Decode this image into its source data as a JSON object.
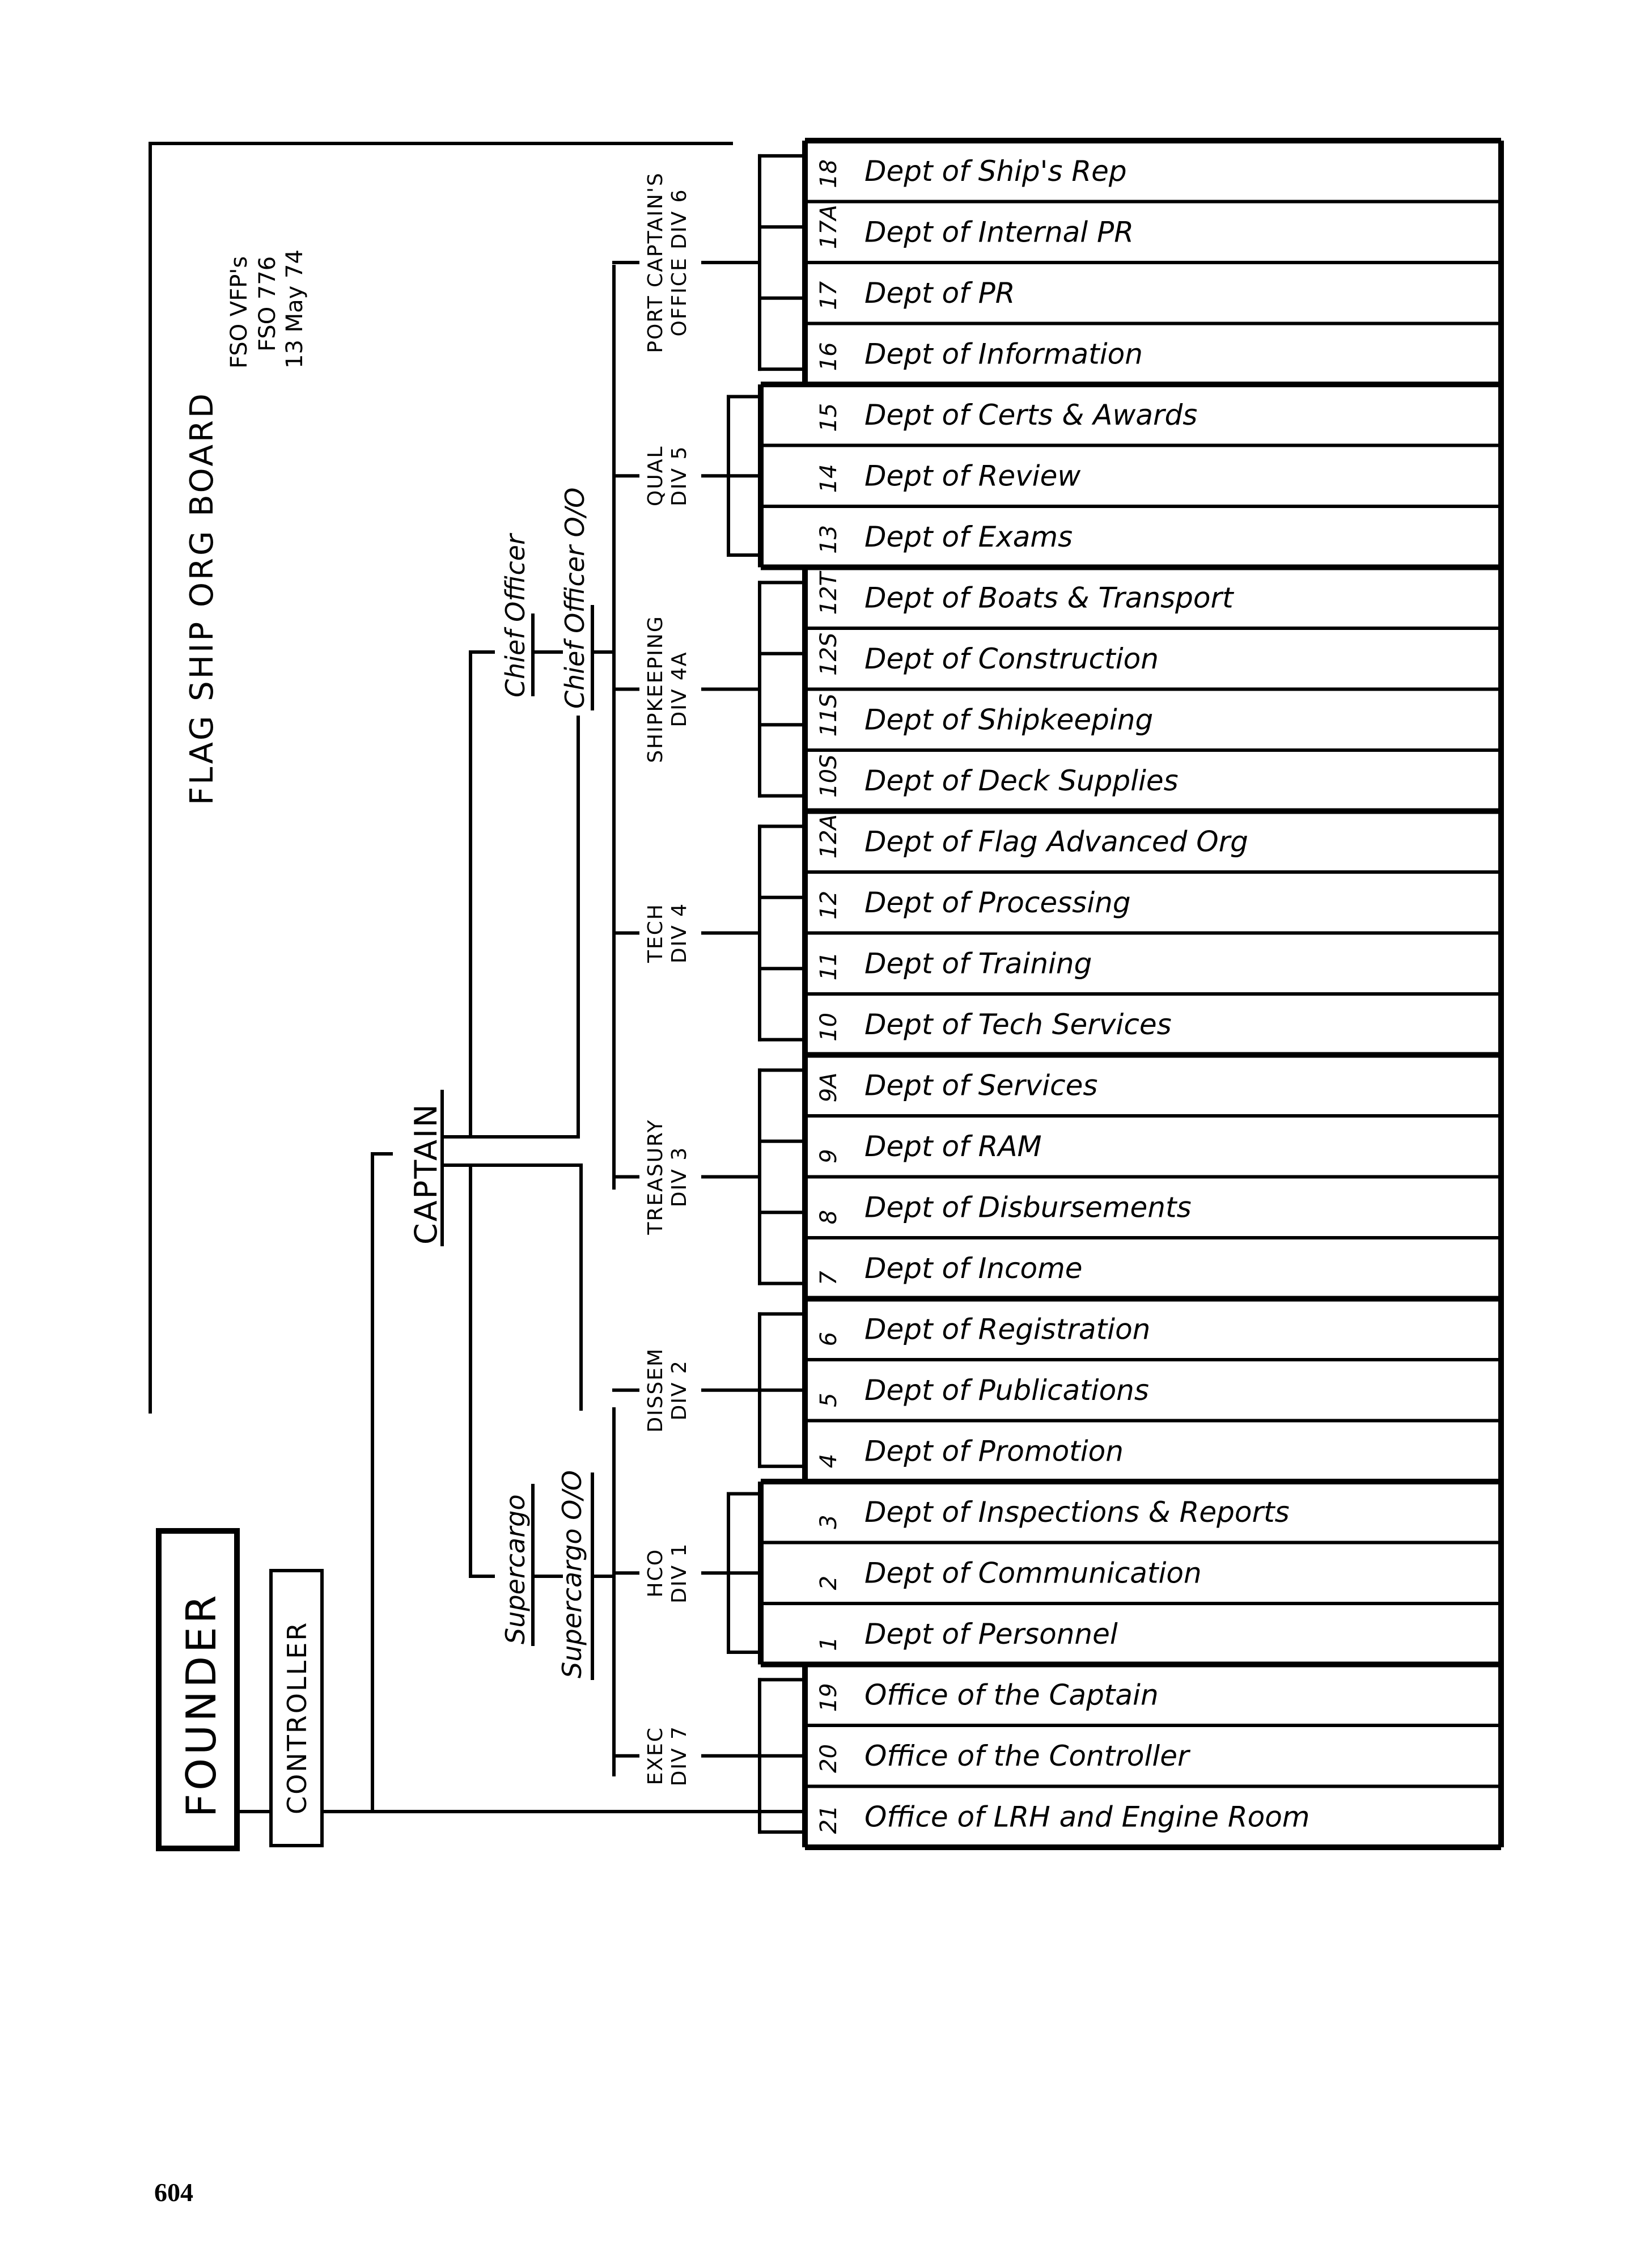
{
  "title": {
    "main": "FLAG SHIP ORG BOARD",
    "line2": "FSO VFP's",
    "line3": "FSO 776",
    "line4": "13 May 74"
  },
  "top_posts": {
    "founder": "FOUNDER",
    "controller": "CONTROLLER",
    "captain": "CAPTAIN",
    "chief_officer": "Chief Officer",
    "chief_officer_oo": "Chief Officer O/O",
    "supercargo": "Supercargo",
    "supercargo_oo": "Supercargo O/O"
  },
  "divisions": [
    {
      "label1": "PORT CAPTAIN'S",
      "label2": "OFFICE DIV 6",
      "reports_to": "Chief Officer"
    },
    {
      "label1": "QUAL",
      "label2": "DIV 5",
      "reports_to": "Chief Officer"
    },
    {
      "label1": "SHIPKEEPING",
      "label2": "DIV 4A",
      "reports_to": "Chief Officer"
    },
    {
      "label1": "TECH",
      "label2": "DIV 4",
      "reports_to": "Chief Officer"
    },
    {
      "label1": "TREASURY",
      "label2": "DIV 3",
      "reports_to": "Chief Officer"
    },
    {
      "label1": "DISSEM",
      "label2": "DIV 2",
      "reports_to": "Supercargo"
    },
    {
      "label1": "HCO",
      "label2": "DIV 1",
      "reports_to": "Supercargo"
    },
    {
      "label1": "EXEC",
      "label2": "DIV 7",
      "reports_to": "Supercargo"
    }
  ],
  "departments": [
    {
      "num": "18",
      "name": "Dept of Ship's Rep",
      "div": 0
    },
    {
      "num": "17A",
      "name": "Dept of Internal PR",
      "div": 0
    },
    {
      "num": "17",
      "name": "Dept of PR",
      "div": 0
    },
    {
      "num": "16",
      "name": "Dept of Information",
      "div": 0
    },
    {
      "num": "15",
      "name": "Dept of Certs & Awards",
      "div": 1
    },
    {
      "num": "14",
      "name": "Dept of Review",
      "div": 1
    },
    {
      "num": "13",
      "name": "Dept of Exams",
      "div": 1
    },
    {
      "num": "12T",
      "name": "Dept of Boats & Transport",
      "div": 2
    },
    {
      "num": "12S",
      "name": "Dept of Construction",
      "div": 2
    },
    {
      "num": "11S",
      "name": "Dept of Shipkeeping",
      "div": 2
    },
    {
      "num": "10S",
      "name": "Dept of Deck Supplies",
      "div": 2
    },
    {
      "num": "12A",
      "name": "Dept of Flag Advanced Org",
      "div": 3
    },
    {
      "num": "12",
      "name": "Dept of Processing",
      "div": 3
    },
    {
      "num": "11",
      "name": "Dept of Training",
      "div": 3
    },
    {
      "num": "10",
      "name": "Dept of Tech Services",
      "div": 3
    },
    {
      "num": "9A",
      "name": "Dept of Services",
      "div": 4
    },
    {
      "num": "9",
      "name": "Dept of RAM",
      "div": 4
    },
    {
      "num": "8",
      "name": "Dept of Disbursements",
      "div": 4
    },
    {
      "num": "7",
      "name": "Dept of Income",
      "div": 4
    },
    {
      "num": "6",
      "name": "Dept of Registration",
      "div": 5
    },
    {
      "num": "5",
      "name": "Dept of Publications",
      "div": 5
    },
    {
      "num": "4",
      "name": "Dept of Promotion",
      "div": 5
    },
    {
      "num": "3",
      "name": "Dept of Inspections & Reports",
      "div": 6
    },
    {
      "num": "2",
      "name": "Dept of Communication",
      "div": 6
    },
    {
      "num": "1",
      "name": "Dept of Personnel",
      "div": 6
    },
    {
      "num": "19",
      "name": "Office of the Captain",
      "div": 7
    },
    {
      "num": "20",
      "name": "Office of the Controller",
      "div": 7
    },
    {
      "num": "21",
      "name": "Office of LRH and Engine Room",
      "div": 7
    }
  ],
  "page_number": "604"
}
